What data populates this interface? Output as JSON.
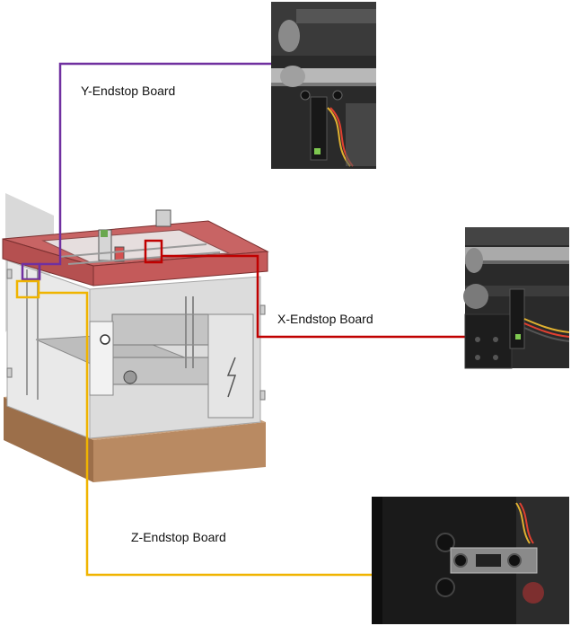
{
  "labels": {
    "y_endstop": "Y-Endstop Board",
    "x_endstop": "X-Endstop Board",
    "z_endstop": "Z-Endstop Board"
  },
  "photos": {
    "y_endstop": "y-endstop-board-photo",
    "x_endstop": "x-endstop-board-photo",
    "z_endstop": "z-endstop-board-photo"
  },
  "colors": {
    "y_leader": "#7030a0",
    "x_leader": "#c00000",
    "z_leader": "#f0b400",
    "printer_top_frame": "#c86464",
    "printer_base": "#b98a62",
    "printer_panels": "#dcdcdc",
    "photo_dark": "#1e1e1e"
  }
}
